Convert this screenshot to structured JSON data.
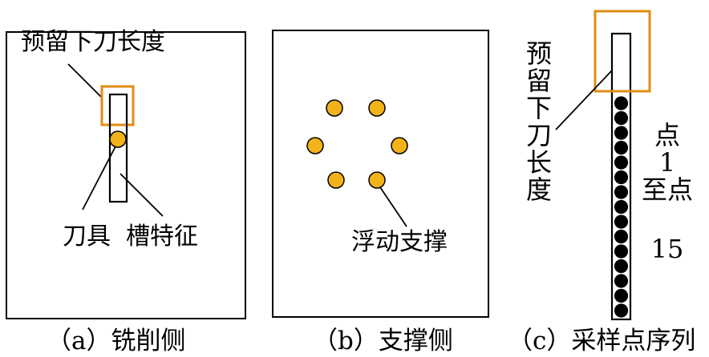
{
  "colors": {
    "support": "#f2b21a",
    "highlight": "#e08c12",
    "sample": "#000000",
    "stroke": "#000000"
  },
  "panel_a": {
    "caption": "（a）铣削侧",
    "reserve_label": "预留下刀长度",
    "tool_label": "刀具",
    "slot_label": "槽特征"
  },
  "panel_b": {
    "caption": "（b）支撑侧",
    "support_label": "浮动支撑",
    "support_count": 6
  },
  "panel_c": {
    "caption": "（c）采样点序列",
    "reserve_label_chars": [
      "预",
      "留",
      "下",
      "刀",
      "长",
      "度"
    ],
    "range_label_lines": [
      "点",
      "1",
      "至点",
      "15"
    ],
    "sample_count": 15
  }
}
